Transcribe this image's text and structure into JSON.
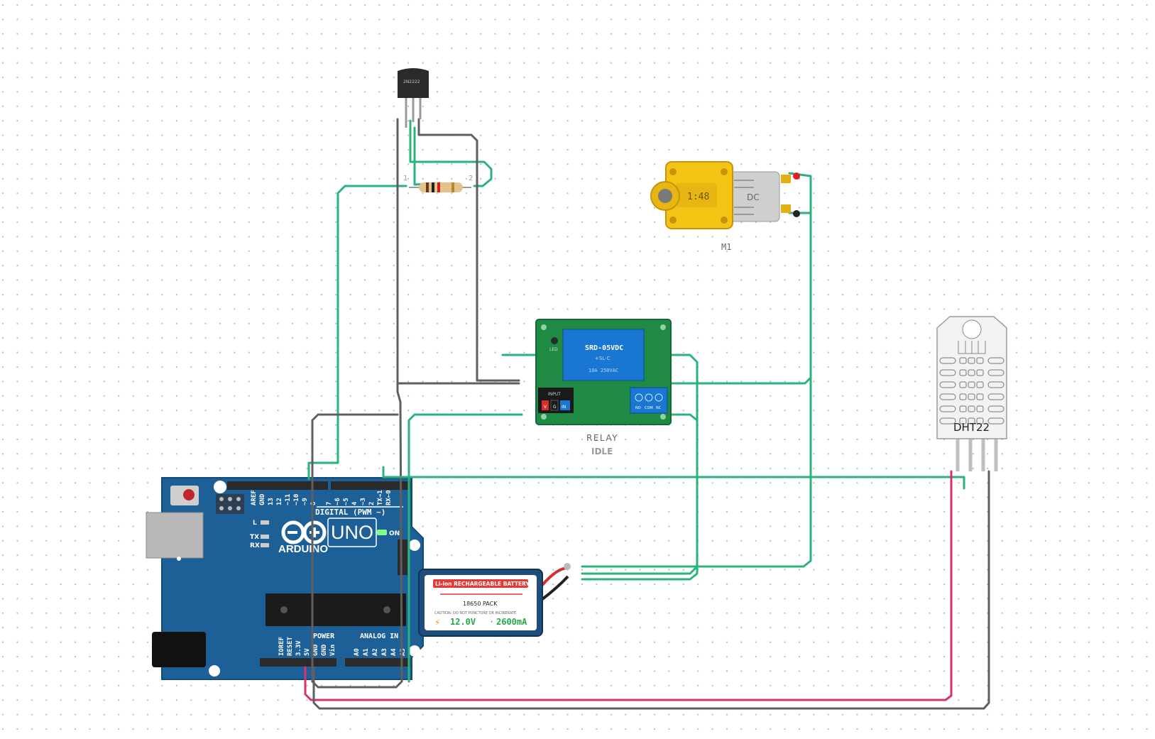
{
  "colors": {
    "wire_green": "#2ab37a",
    "wire_gray": "#5f5f5f",
    "wire_pink": "#d9306e",
    "grid_dot": "#b9b9b9",
    "board_blue": "#1d5f97",
    "relay_green": "#1f8a43"
  },
  "transistor": {
    "part": "2N2222"
  },
  "resistor": {
    "pin1": "1",
    "pin2": "2"
  },
  "motor": {
    "gear_ratio": "1:48",
    "body_label": "DC",
    "name": "M1"
  },
  "relay": {
    "coil_label": "SRD-05VDC",
    "coil_sub": "+SL-C",
    "rating": "10A 250VAC",
    "led_label": "LED",
    "input_label": "INPUT",
    "pin_v": "V",
    "pin_g": "G",
    "pin_in": "IN",
    "pin_no": "NO",
    "pin_com": "COM",
    "pin_nc": "NC",
    "title": "RELAY",
    "state": "IDLE"
  },
  "dht": {
    "name": "DHT22"
  },
  "arduino": {
    "brand": "ARDUINO",
    "model": "UNO",
    "digital_label": "DIGITAL (PWM ~)",
    "led_l": "L",
    "led_tx": "TX",
    "led_rx": "RX",
    "on_label": "ON",
    "power_label": "POWER",
    "analog_label": "ANALOG IN",
    "top_pins": [
      "AREF",
      "GND",
      "13",
      "12",
      "~11",
      "~10",
      "~9",
      "8",
      "7",
      "~6",
      "~5",
      "4",
      "~3",
      "2",
      "TX→1",
      "RX←0"
    ],
    "power_pins": [
      "IOREF",
      "RESET",
      "3.3V",
      "5V",
      "GND",
      "GND",
      "Vin"
    ],
    "analog_pins": [
      "A0",
      "A1",
      "A2",
      "A3",
      "A4",
      "A5"
    ]
  },
  "battery": {
    "header": "Li-ion RECHARGEABLE BATTERY",
    "pack": "18650 PACK",
    "caution": "CAUTION: DO NOT PUNCTURE OR INCINERATE",
    "voltage": "12.0V",
    "separator": "·",
    "capacity": "2600mA"
  }
}
